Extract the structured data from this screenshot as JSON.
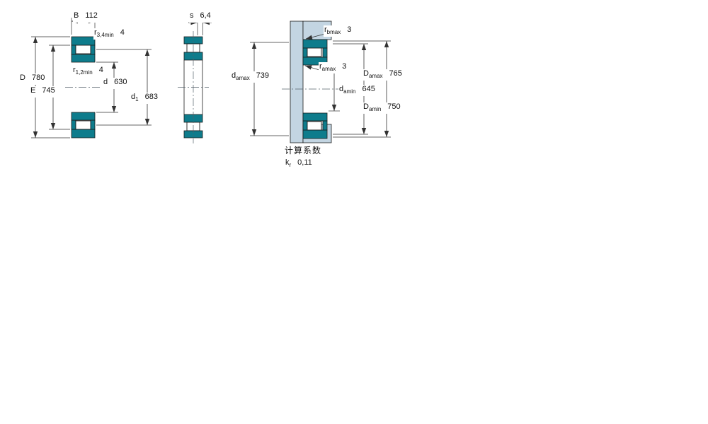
{
  "drawing": {
    "dims": {
      "B": {
        "sym": "B",
        "sub": "",
        "val": "112"
      },
      "r34min": {
        "sym": "r",
        "sub": "3,4min",
        "val": "4"
      },
      "r12min": {
        "sym": "r",
        "sub": "1,2min",
        "val": "4"
      },
      "D": {
        "sym": "D",
        "sub": "",
        "val": "780"
      },
      "E": {
        "sym": "E",
        "sub": "",
        "val": "745"
      },
      "d": {
        "sym": "d",
        "sub": "",
        "val": "630"
      },
      "d1": {
        "sym": "d",
        "sub": "1",
        "val": "683"
      },
      "s": {
        "sym": "s",
        "sub": "",
        "val": "6,4"
      },
      "rbmax": {
        "sym": "r",
        "sub": "bmax",
        "val": "3"
      },
      "ramax": {
        "sym": "r",
        "sub": "amax",
        "val": "3"
      },
      "damax": {
        "sym": "d",
        "sub": "amax",
        "val": "739"
      },
      "damin": {
        "sym": "d",
        "sub": "amin",
        "val": "645"
      },
      "Damax": {
        "sym": "D",
        "sub": "amax",
        "val": "765"
      },
      "Damin": {
        "sym": "D",
        "sub": "amin",
        "val": "750"
      }
    },
    "calc": {
      "heading": "计算系数",
      "kr": {
        "sym": "k",
        "sub": "r",
        "val": "0,11"
      }
    },
    "colors": {
      "ring_teal": "#0e7c8c",
      "adjacent_steel": "#c3d5e2",
      "outline": "#1c1c1c",
      "dimension": "#333333"
    }
  }
}
